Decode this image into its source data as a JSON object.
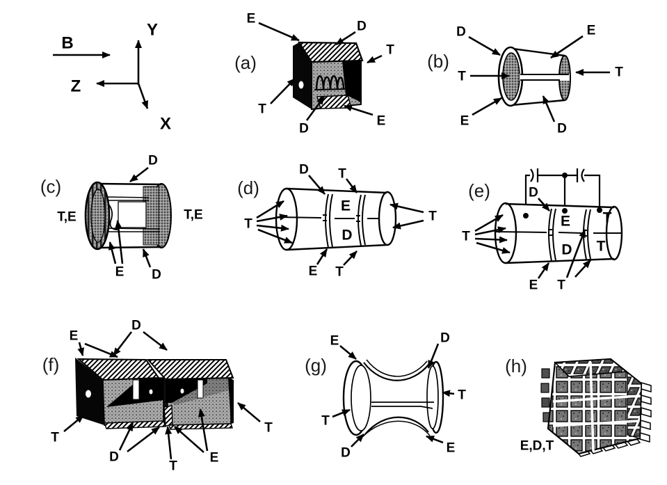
{
  "figure": {
    "description": "Detector geometry configurations with electrode (E), detector (D) and thermometer (T) annotations",
    "colors": {
      "ink": "#000000",
      "paper": "#ffffff",
      "face_gray": "#a9a9a9",
      "cap_gray": "#8f8f8f",
      "plate_gray": "#777777"
    }
  },
  "axes": {
    "b": "B",
    "y": "Y",
    "z": "Z",
    "x": "X"
  },
  "panels": {
    "a": {
      "label": "(a)",
      "ann": {
        "e_top_left": "E",
        "d_top_right": "D",
        "t_right": "T",
        "t_bottom_left": "T",
        "d_bottom": "D",
        "e_bottom_right": "E"
      }
    },
    "b": {
      "label": "(b)",
      "ann": {
        "d_top_left": "D",
        "e_top_right": "E",
        "t_left": "T",
        "t_right": "T",
        "e_bottom_left": "E",
        "d_bottom": "D"
      }
    },
    "c": {
      "label": "(c)",
      "ann": {
        "d_top": "D",
        "te_left": "T,E",
        "te_right": "T,E",
        "e_bottom": "E",
        "d_bottom_right": "D"
      }
    },
    "d": {
      "label": "(d)",
      "ann": {
        "d_top": "D",
        "t_top": "T",
        "t_left": "T",
        "t_right": "T",
        "e_surface": "E",
        "d_surface": "D",
        "e_bottom": "E",
        "t_bottom": "T"
      }
    },
    "e": {
      "label": "(e)",
      "ann": {
        "d_top": "D",
        "t_left": "T",
        "e_surface": "E",
        "d_surface": "D",
        "t_surface_top": "T",
        "t_surface_bottom": "T",
        "e_bottom": "E",
        "t_bottom": "T"
      }
    },
    "f": {
      "label": "(f)",
      "ann": {
        "e_top_left": "E",
        "d_top": "D",
        "t_left": "T",
        "t_right": "T",
        "d_bottom": "D",
        "t_bottom": "T",
        "e_bottom_right": "E"
      }
    },
    "g": {
      "label": "(g)",
      "ann": {
        "e_top_left": "E",
        "d_top_right": "D",
        "t_left": "T",
        "t_right": "T",
        "d_bottom_left": "D",
        "e_bottom_right": "E"
      }
    },
    "h": {
      "label": "(h)",
      "ann": {
        "edt": "E,D,T"
      }
    }
  }
}
